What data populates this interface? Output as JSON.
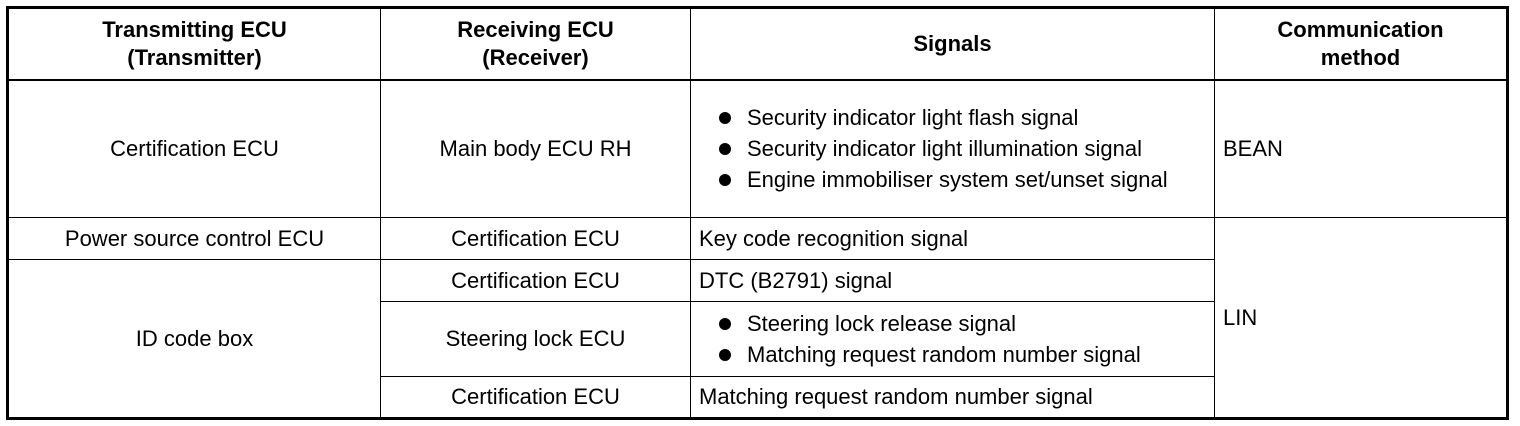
{
  "headers": {
    "transmitter_line1": "Transmitting ECU",
    "transmitter_line2": "(Transmitter)",
    "receiver_line1": "Receiving ECU",
    "receiver_line2": "(Receiver)",
    "signals": "Signals",
    "method_line1": "Communication",
    "method_line2": "method"
  },
  "rows": [
    {
      "transmitter": "Certification ECU",
      "receiver": "Main body ECU RH",
      "signals": [
        "Security indicator light flash signal",
        "Security indicator light illumination signal",
        "Engine immobiliser system set/unset signal"
      ],
      "method": "BEAN"
    },
    {
      "transmitter": "Power source control ECU",
      "receiver": "Certification ECU",
      "signal": "Key code recognition signal",
      "method": "LIN"
    },
    {
      "transmitter": "ID code box",
      "receiver": "Certification ECU",
      "signal": "DTC (B2791) signal"
    },
    {
      "receiver": "Steering lock ECU",
      "signals": [
        "Steering lock release signal",
        "Matching request random number signal"
      ]
    },
    {
      "receiver": "Certification ECU",
      "signal": "Matching request random number signal"
    }
  ]
}
